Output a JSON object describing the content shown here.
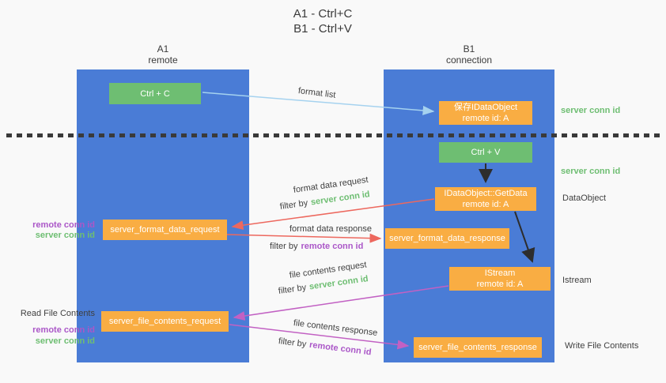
{
  "title": {
    "line1": "A1 - Ctrl+C",
    "line2": "B1 - Ctrl+V"
  },
  "lifelines": {
    "a1": {
      "name": "A1",
      "role": "remote"
    },
    "b1": {
      "name": "B1",
      "role": "connection"
    }
  },
  "nodes": {
    "ctrl_c": {
      "label": "Ctrl + C"
    },
    "save_idataobject": {
      "line1": "保存IDataObject",
      "line2": "remote id: A"
    },
    "ctrl_v": {
      "label": "Ctrl + V"
    },
    "getdata": {
      "line1": "IDataObject::GetData",
      "line2": "remote id: A"
    },
    "format_request": {
      "label": "server_format_data_request"
    },
    "format_response": {
      "label": "server_format_data_response"
    },
    "istream": {
      "line1": "IStream",
      "line2": "remote id: A"
    },
    "file_request": {
      "label": "server_file_contents_request"
    },
    "file_response": {
      "label": "server_file_contents_response"
    }
  },
  "flows": {
    "format_list": "format list",
    "format_data_request": "format data request",
    "format_data_response": "format data response",
    "file_contents_request": "file contents request",
    "file_contents_response": "file contents response",
    "filter_by": "filter by",
    "server_conn_id": "server conn id",
    "remote_conn_id": "remote conn id"
  },
  "side_labels": {
    "right_server_conn_id_top": "server conn id",
    "right_server_conn_id_mid": "server conn id",
    "data_object": "DataObject",
    "istream": "Istream",
    "write_file_contents": "Write File Contents",
    "left_remote_conn_id_top": "remote conn id",
    "left_server_conn_id_top": "server conn id",
    "read_file_contents": "Read File Contents",
    "left_remote_conn_id_bottom": "remote conn id",
    "left_server_conn_id_bottom": "server conn id"
  },
  "colors": {
    "lifeline_blue": "#4a7cd6",
    "node_orange": "#f9ad43",
    "node_green": "#6ebe72",
    "arrow_red": "#ed685e",
    "arrow_magenta": "#c261c3",
    "arrow_light_blue": "#a5d2ef",
    "arrow_black": "#2d2d2d",
    "text_green": "#6ebe72",
    "text_purple": "#ab57c8",
    "text_dark": "#3f3f3f",
    "background": "#f9f9f9"
  }
}
